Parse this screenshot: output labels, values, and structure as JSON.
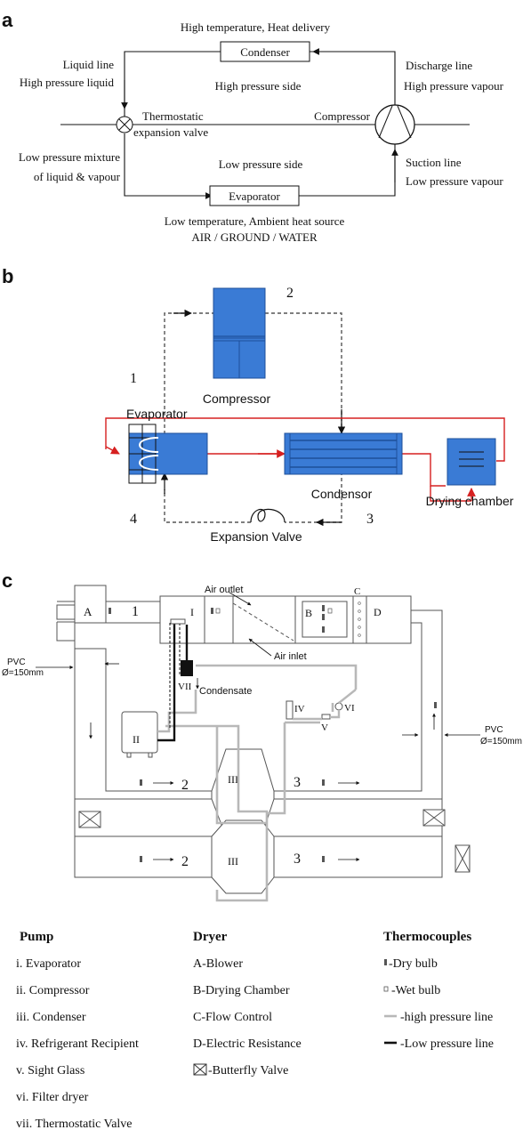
{
  "panel_a": {
    "letter": "a",
    "top": "High temperature, Heat delivery",
    "condenser": "Condenser",
    "liquid_line": "Liquid line",
    "hp_liquid": "High pressure liquid",
    "hp_side": "High pressure side",
    "discharge": "Discharge line",
    "hp_vapour": "High pressure vapour",
    "thermo1": "Thermostatic",
    "thermo2": "expansion valve",
    "compressor": "Compressor",
    "lp_mix1": "Low pressure mixture",
    "lp_mix2": "of liquid & vapour",
    "lp_side": "Low pressure side",
    "suction": "Suction line",
    "lp_vapour": "Low pressure vapour",
    "evaporator": "Evaporator",
    "bottom1": "Low temperature, Ambient heat source",
    "bottom2": "AIR / GROUND / WATER"
  },
  "panel_b": {
    "letter": "b",
    "n1": "1",
    "n2": "2",
    "n3": "3",
    "n4": "4",
    "compressor": "Compressor",
    "evaporator": "Evaporator",
    "condensor": "Condensor",
    "drying": "Drying chamber",
    "expansion": "Expansion Valve"
  },
  "panel_c": {
    "letter": "c",
    "A": "A",
    "B": "B",
    "C": "C",
    "D": "D",
    "I": "I",
    "II": "II",
    "III_top": "III",
    "III_bot": "III",
    "IV": "IV",
    "V": "V",
    "VI": "VI",
    "VII": "VII",
    "one": "1",
    "two_a": "2",
    "two_b": "2",
    "three_a": "3",
    "three_b": "3",
    "air_outlet": "Air outlet",
    "air_inlet": "Air inlet",
    "condensate": "Condensate",
    "pvc_left1": "PVC",
    "pvc_left2": "Ø=150mm",
    "pvc_right1": "PVC",
    "pvc_right2": "Ø=150mm"
  },
  "legend": {
    "pump": {
      "title": "Pump",
      "items": [
        "i.   Evaporator",
        "ii.  Compressor",
        "iii.  Condenser",
        "iv.  Refrigerant Recipient",
        "v.   Sight Glass",
        "vi.  Filter dryer",
        "vii. Thermostatic Valve"
      ]
    },
    "dryer": {
      "title": "Dryer",
      "items": [
        "A-Blower",
        "B-Drying Chamber",
        "C-Flow Control",
        "D-Electric Resistance",
        "-Butterfly Valve"
      ]
    },
    "thermo": {
      "title": "Thermocouples",
      "items": [
        "-Dry bulb",
        "-Wet bulb",
        "-high pressure line",
        "-Low pressure line"
      ]
    }
  },
  "colors": {
    "blue": "#3a7bd5",
    "red": "#d62020",
    "gray_line": "#b8b8b8"
  }
}
